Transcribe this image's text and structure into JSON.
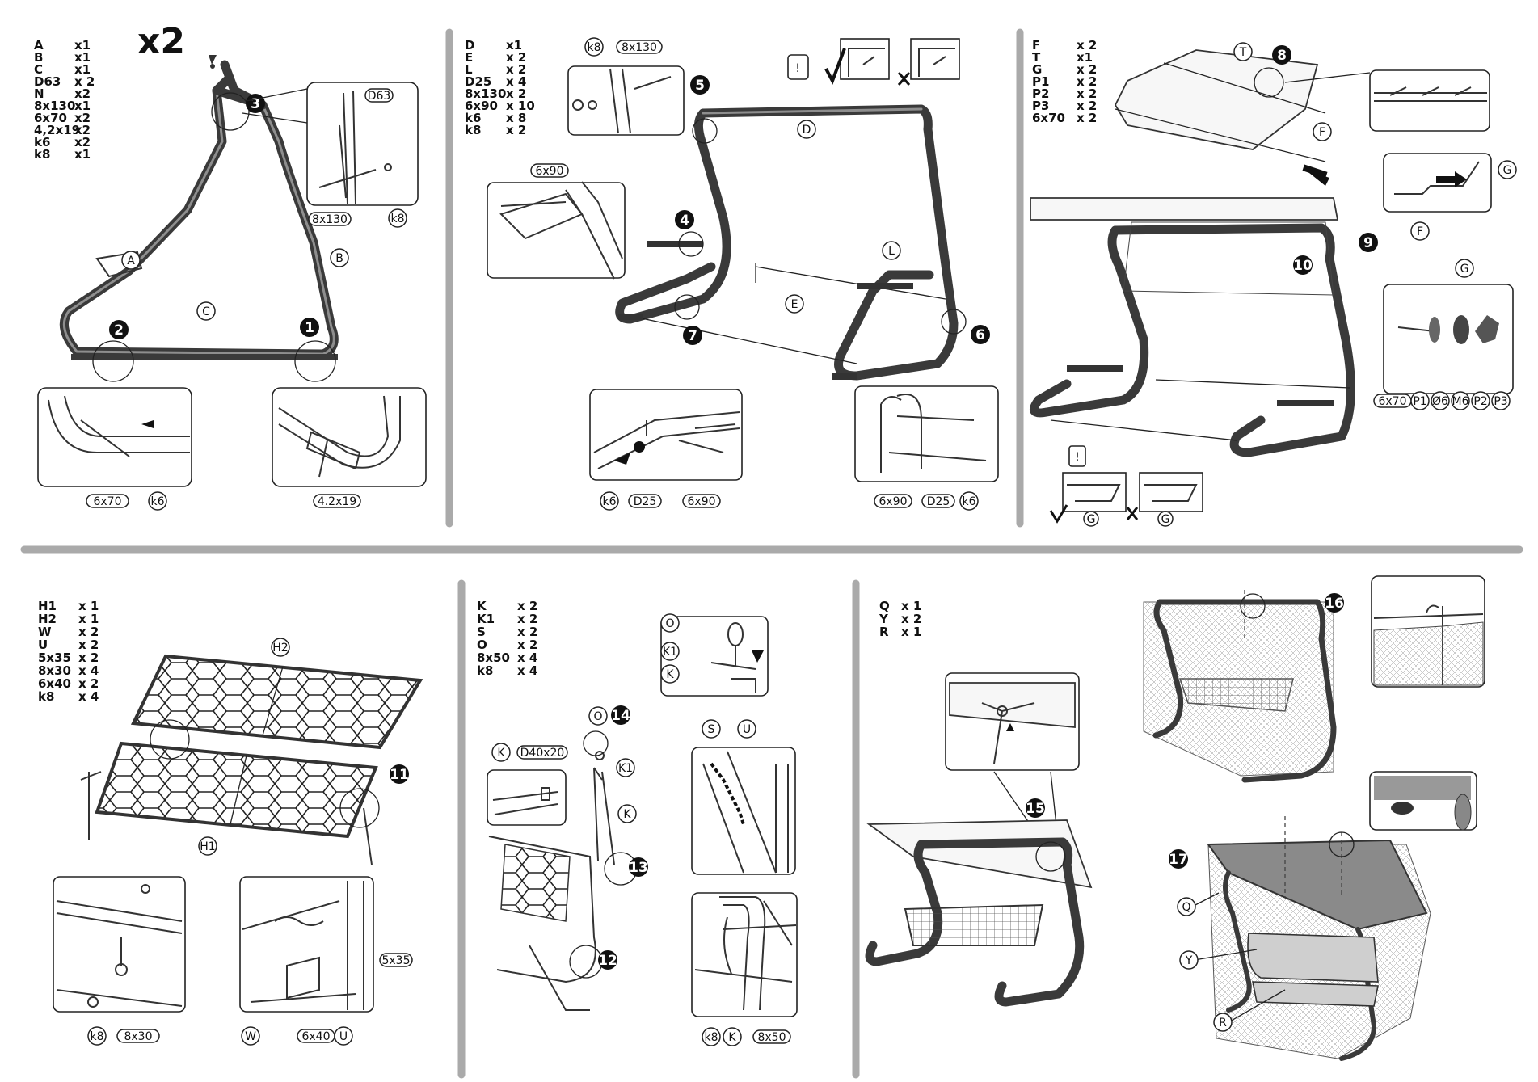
{
  "header": {
    "multiplier": "x2"
  },
  "panel1": {
    "parts": [
      {
        "code": "A",
        "qty": "x1"
      },
      {
        "code": "B",
        "qty": "x1"
      },
      {
        "code": "C",
        "qty": "x1"
      },
      {
        "code": "D63",
        "qty": "x 2"
      },
      {
        "code": "N",
        "qty": "x2"
      },
      {
        "code": "8x130",
        "qty": "x1"
      },
      {
        "code": "6x70",
        "qty": "x2"
      },
      {
        "code": "4,2x19",
        "qty": "x2"
      },
      {
        "code": "k6",
        "qty": "x2"
      },
      {
        "code": "k8",
        "qty": "x1"
      }
    ],
    "labels": {
      "A": "A",
      "B": "B",
      "C": "C",
      "D63": "D63",
      "bolt": "8x130",
      "k8": "k8",
      "bolt2": "6x70",
      "k6": "k6",
      "screw": "4.2x19"
    },
    "steps": [
      "1",
      "2",
      "3"
    ]
  },
  "panel2": {
    "parts": [
      {
        "code": "D",
        "qty": "x1"
      },
      {
        "code": "E",
        "qty": "x 2"
      },
      {
        "code": "L",
        "qty": "x 2"
      },
      {
        "code": "D25",
        "qty": "x 4"
      },
      {
        "code": "8x130",
        "qty": "x 2"
      },
      {
        "code": "6x90",
        "qty": "x 10"
      },
      {
        "code": "k6",
        "qty": "x 8"
      },
      {
        "code": "k8",
        "qty": "x 2"
      }
    ],
    "labels": {
      "k8": "k8",
      "bolt": "8x130",
      "bolt2": "6x90",
      "D": "D",
      "L": "L",
      "E": "E",
      "k6": "k6",
      "D25": "D25",
      "warn": "!"
    },
    "steps": [
      "4",
      "5",
      "6",
      "7"
    ]
  },
  "panel3": {
    "parts": [
      {
        "code": "F",
        "qty": "x 2"
      },
      {
        "code": "T",
        "qty": "x1"
      },
      {
        "code": "G",
        "qty": "x 2"
      },
      {
        "code": "P1",
        "qty": "x 2"
      },
      {
        "code": "P2",
        "qty": "x 2"
      },
      {
        "code": "P3",
        "qty": "x 2"
      },
      {
        "code": "6x70",
        "qty": "x 2"
      }
    ],
    "labels": {
      "T": "T",
      "F": "F",
      "G": "G",
      "bolt": "6x70",
      "P1": "P1",
      "O6": "Ø6",
      "M6": "M6",
      "P2": "P2",
      "P3": "P3",
      "warn": "!"
    },
    "steps": [
      "8",
      "9",
      "10"
    ]
  },
  "panel4": {
    "parts": [
      {
        "code": "H1",
        "qty": "x 1"
      },
      {
        "code": "H2",
        "qty": "x 1"
      },
      {
        "code": "W",
        "qty": "x 2"
      },
      {
        "code": "U",
        "qty": "x 2"
      },
      {
        "code": "5x35",
        "qty": "x 2"
      },
      {
        "code": "8x30",
        "qty": "x 4"
      },
      {
        "code": "6x40",
        "qty": "x 2"
      },
      {
        "code": "k8",
        "qty": "x 4"
      }
    ],
    "labels": {
      "H2": "H2",
      "H1": "H1",
      "k8": "k8",
      "bolt": "8x30",
      "W": "W",
      "bolt2": "6x40",
      "U": "U",
      "spring": "5x35"
    },
    "steps": [
      "11"
    ]
  },
  "panel5": {
    "parts": [
      {
        "code": "K",
        "qty": "x 2"
      },
      {
        "code": "K1",
        "qty": "x 2"
      },
      {
        "code": "S",
        "qty": "x 2"
      },
      {
        "code": "O",
        "qty": "x 2"
      },
      {
        "code": "8x50",
        "qty": "x 4"
      },
      {
        "code": "k8",
        "qty": "x 4"
      }
    ],
    "labels": {
      "O": "O",
      "K1": "K1",
      "K": "K",
      "D40": "D40x20",
      "S": "S",
      "U": "U",
      "k8": "k8",
      "bolt": "8x50"
    },
    "steps": [
      "12",
      "13",
      "14"
    ]
  },
  "panel6": {
    "parts": [
      {
        "code": "Q",
        "qty": "x 1"
      },
      {
        "code": "Y",
        "qty": "x 2"
      },
      {
        "code": "R",
        "qty": "x 1"
      }
    ],
    "labels": {
      "Q": "Q",
      "Y": "Y",
      "R": "R"
    },
    "steps": [
      "15",
      "16",
      "17"
    ]
  }
}
